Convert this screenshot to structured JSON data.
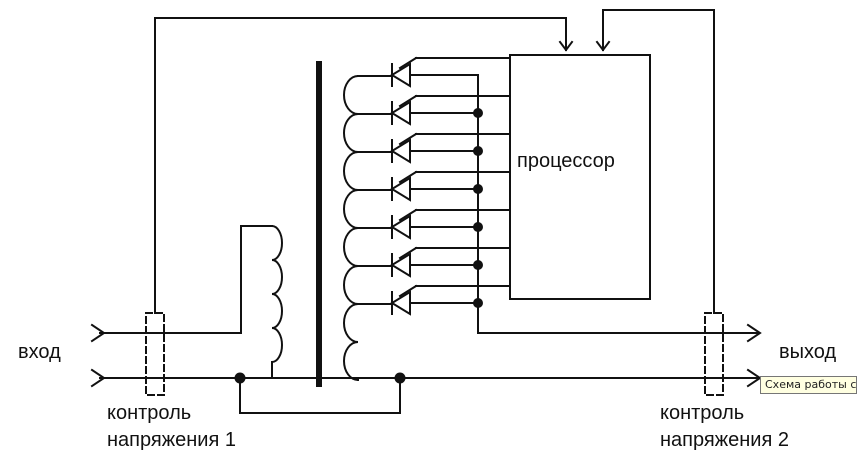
{
  "labels": {
    "processor": "процессор",
    "input": "вход",
    "output": "выход",
    "control1_line1": "контроль",
    "control1_line2": "напряжения 1",
    "control2_line1": "контроль",
    "control2_line2": "напряжения 2"
  },
  "tooltip": {
    "text": "Схема работы ст"
  },
  "colors": {
    "line": "#111111",
    "background": "#ffffff",
    "tooltip_bg": "#ffffe1",
    "tooltip_border": "#767676"
  },
  "components": {
    "thyristor_count": 7,
    "autotransformer_coil_loops": 8,
    "input_coil_loops": 4
  }
}
